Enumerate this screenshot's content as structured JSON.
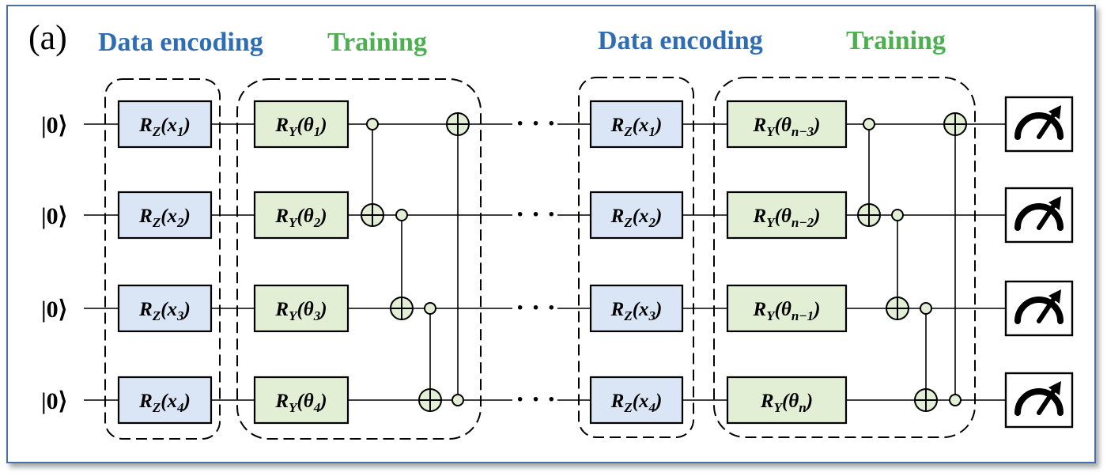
{
  "panel_label": "(a)",
  "sections": {
    "encoding_1": "Data encoding",
    "training_1": "Training",
    "encoding_2": "Data encoding",
    "training_2": "Training"
  },
  "colors": {
    "encoding_text": "#2e6db4",
    "training_text": "#4caf50",
    "encoding_gate_fill": "#dae6f5",
    "training_gate_fill": "#e3efd5",
    "frame_border": "#4a6fa5"
  },
  "qubits": [
    {
      "ket": "|0⟩"
    },
    {
      "ket": "|0⟩"
    },
    {
      "ket": "|0⟩"
    },
    {
      "ket": "|0⟩"
    }
  ],
  "ellipsis": "· · ·",
  "encoding_gates_1": [
    {
      "main": "R",
      "sub": "Z",
      "arg": "(x",
      "arg_sub": "1",
      "close": ")"
    },
    {
      "main": "R",
      "sub": "Z",
      "arg": "(x",
      "arg_sub": "2",
      "close": ")"
    },
    {
      "main": "R",
      "sub": "Z",
      "arg": "(x",
      "arg_sub": "3",
      "close": ")"
    },
    {
      "main": "R",
      "sub": "Z",
      "arg": "(x",
      "arg_sub": "4",
      "close": ")"
    }
  ],
  "training_gates_1": [
    {
      "main": "R",
      "sub": "Y",
      "arg": "(θ",
      "arg_sub": "1",
      "close": ")"
    },
    {
      "main": "R",
      "sub": "Y",
      "arg": "(θ",
      "arg_sub": "2",
      "close": ")"
    },
    {
      "main": "R",
      "sub": "Y",
      "arg": "(θ",
      "arg_sub": "3",
      "close": ")"
    },
    {
      "main": "R",
      "sub": "Y",
      "arg": "(θ",
      "arg_sub": "4",
      "close": ")"
    }
  ],
  "encoding_gates_2": [
    {
      "main": "R",
      "sub": "Z",
      "arg": "(x",
      "arg_sub": "1",
      "close": ")"
    },
    {
      "main": "R",
      "sub": "Z",
      "arg": "(x",
      "arg_sub": "2",
      "close": ")"
    },
    {
      "main": "R",
      "sub": "Z",
      "arg": "(x",
      "arg_sub": "3",
      "close": ")"
    },
    {
      "main": "R",
      "sub": "Z",
      "arg": "(x",
      "arg_sub": "4",
      "close": ")"
    }
  ],
  "training_gates_2": [
    {
      "main": "R",
      "sub": "Y",
      "arg": "(θ",
      "arg_sub": "n−3",
      "close": ")"
    },
    {
      "main": "R",
      "sub": "Y",
      "arg": "(θ",
      "arg_sub": "n−2",
      "close": ")"
    },
    {
      "main": "R",
      "sub": "Y",
      "arg": "(θ",
      "arg_sub": "n−1",
      "close": ")"
    },
    {
      "main": "R",
      "sub": "Y",
      "arg": "(θ",
      "arg_sub": "n",
      "close": ")"
    }
  ],
  "measurement_icon": "meter-icon"
}
